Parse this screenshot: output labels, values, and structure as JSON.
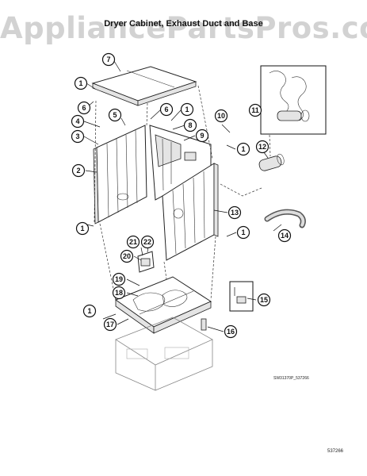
{
  "watermark": "AppliancePartsPros.com",
  "title": "Dryer Cabinet, Exhaust Duct and Base",
  "reference_number": "SW31370P_537266",
  "catalog_number": "537266",
  "callouts": [
    {
      "number": "1"
    },
    {
      "number": "2"
    },
    {
      "number": "3"
    },
    {
      "number": "4"
    },
    {
      "number": "5"
    },
    {
      "number": "6"
    },
    {
      "number": "7"
    },
    {
      "number": "8"
    },
    {
      "number": "9"
    },
    {
      "number": "10"
    },
    {
      "number": "11"
    },
    {
      "number": "12"
    },
    {
      "number": "13"
    },
    {
      "number": "14"
    },
    {
      "number": "15"
    },
    {
      "number": "16"
    },
    {
      "number": "17"
    },
    {
      "number": "18"
    },
    {
      "number": "19"
    },
    {
      "number": "20"
    },
    {
      "number": "21"
    },
    {
      "number": "22"
    }
  ]
}
